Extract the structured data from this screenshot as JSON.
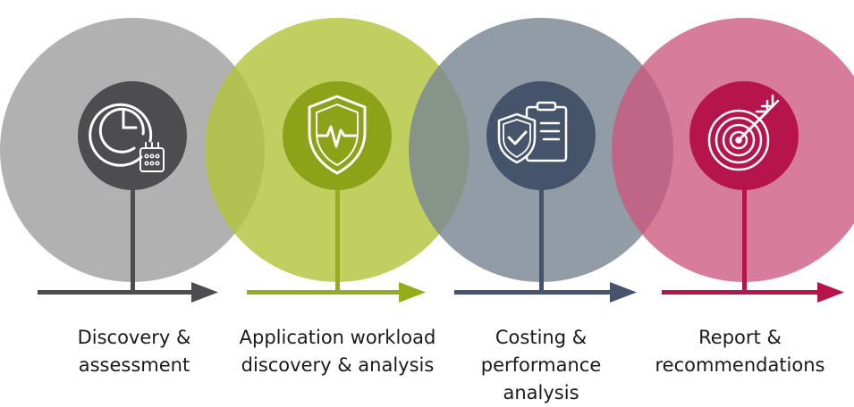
{
  "steps": [
    {
      "label": "Discovery &\nassessment",
      "icon": "clock-calendar-icon",
      "color_light": "#a6a6a6",
      "color_dark": "#4d4d4f",
      "arrow_color": "#4d4d4f"
    },
    {
      "label": "Application workload\ndiscovery & analysis",
      "icon": "shield-heartbeat-icon",
      "color_light": "#b3c43e",
      "color_dark": "#8ca319",
      "arrow_color": "#96ad1b"
    },
    {
      "label": "Costing &\nperformance\nanalysis",
      "icon": "shield-check-clipboard-icon",
      "color_light": "#7a8694",
      "color_dark": "#45546a",
      "arrow_color": "#45546a"
    },
    {
      "label": "Report &\nrecommendations",
      "icon": "target-arrow-icon",
      "color_light": "#cc577d",
      "color_dark": "#b5154b",
      "arrow_color": "#b5154b"
    }
  ]
}
